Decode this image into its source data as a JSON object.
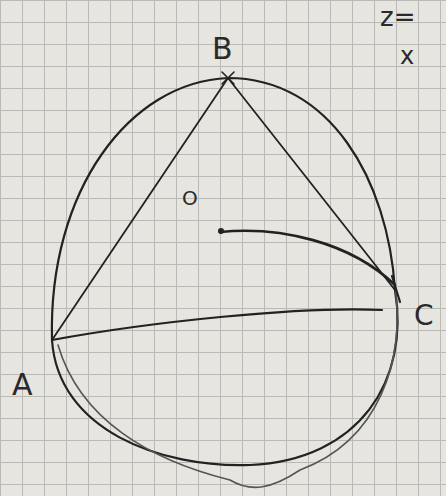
{
  "diagram": {
    "labels": [
      "B",
      "O",
      "A",
      "C",
      "z=",
      "x"
    ]
  }
}
